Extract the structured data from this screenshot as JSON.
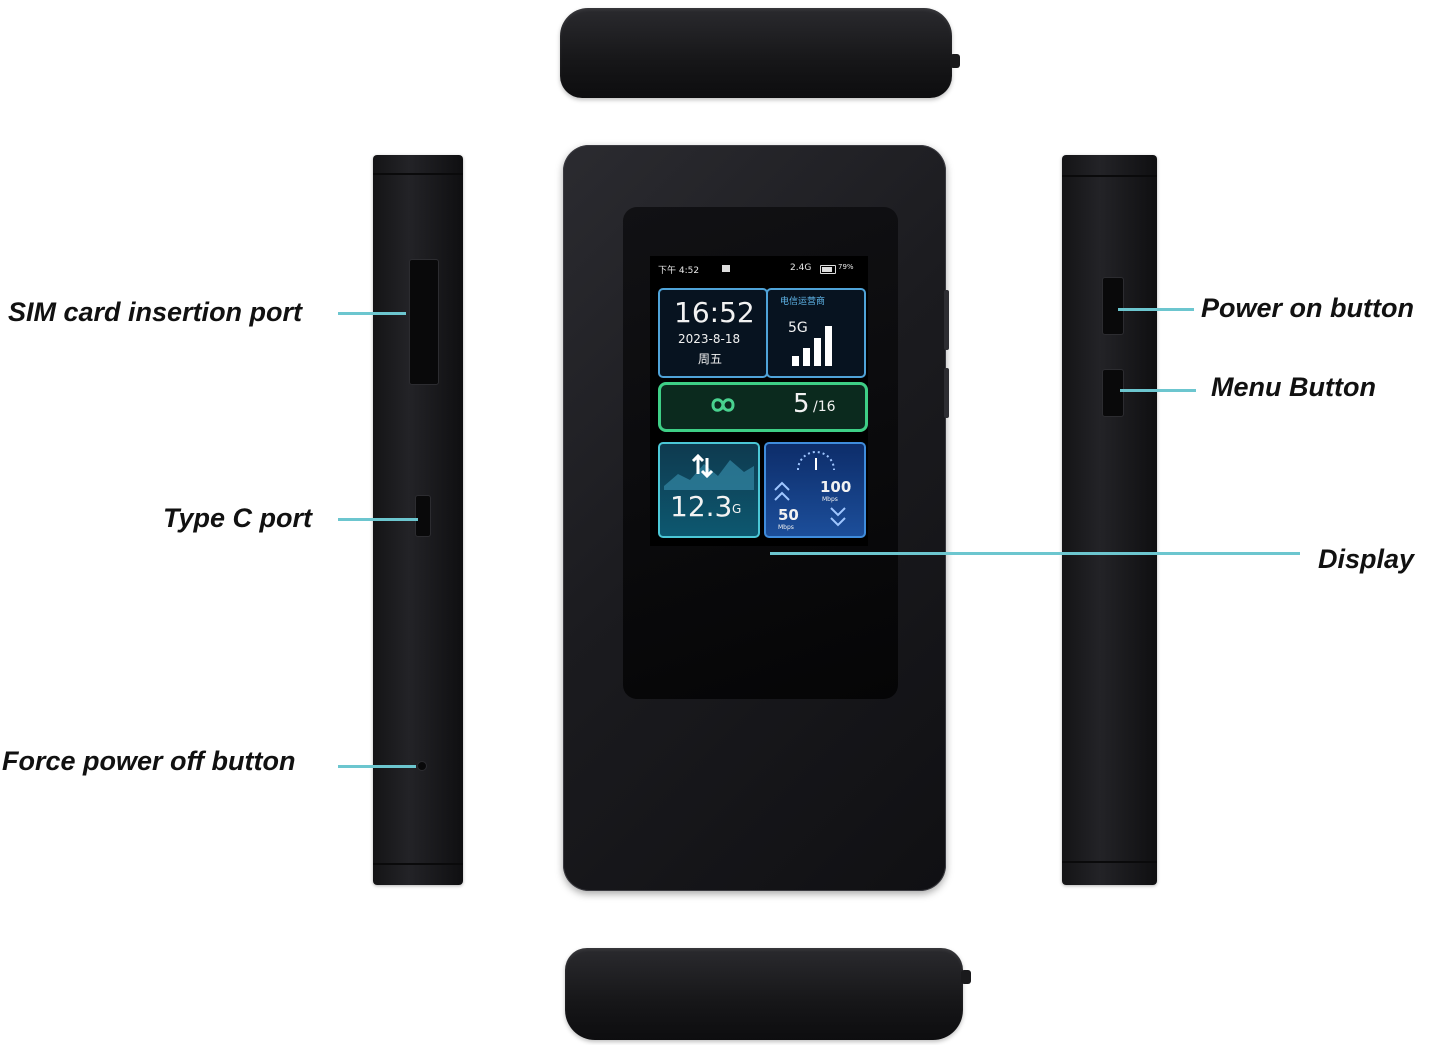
{
  "labels": {
    "sim_port": "SIM card insertion port",
    "type_c": "Type C port",
    "force_off": "Force power off button",
    "power_on": "Power on button",
    "menu": "Menu Button",
    "display": "Display"
  },
  "screen": {
    "status_time": "下午 4:52",
    "status_right": "2.4G",
    "battery": "79%",
    "clock": "16:52",
    "date": "2023-8-18",
    "weekday": "周五",
    "net_title": "电信运营商",
    "net_gen": "5G",
    "devices_connected": "5",
    "devices_max": "/16",
    "usage_value": "12.3",
    "usage_unit": "G",
    "speed_high": "100",
    "speed_high_unit": "Mbps",
    "speed_low": "50",
    "speed_low_unit": "Mbps"
  },
  "colors": {
    "callout": "#6cc6cf",
    "panel_blue": "#4fa3d8",
    "panel_green": "#3ecf86",
    "signal_bar": "#ffffff"
  },
  "icons": [
    "infinity-icon",
    "signal-bars-icon",
    "transfer-arrows-icon",
    "speed-chevrons-icon",
    "wifi-icon",
    "battery-icon"
  ]
}
